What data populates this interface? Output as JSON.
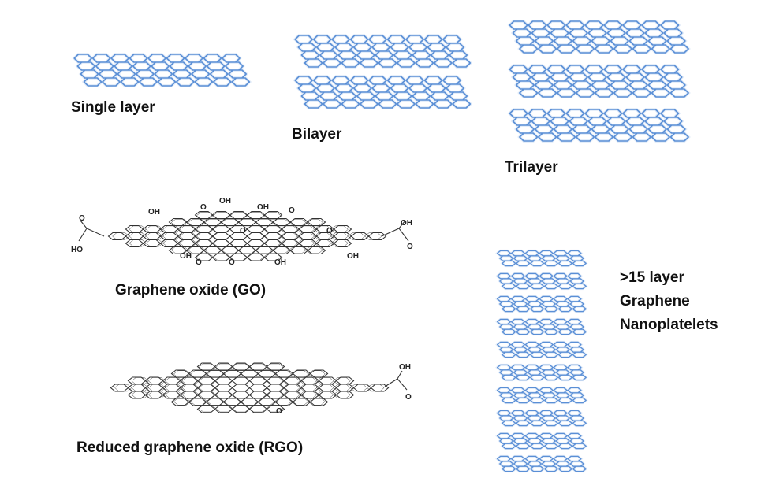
{
  "labels": {
    "single": "Single layer",
    "bilayer": "Bilayer",
    "trilayer": "Trilayer",
    "go": "Graphene oxide (GO)",
    "rgo": "Reduced graphene oxide (RGO)",
    "gnp_line1": ">15 layer",
    "gnp_line2": "Graphene",
    "gnp_line3": "Nanoplatelets"
  },
  "groups": [
    {
      "id": "single-layer",
      "layers": 1
    },
    {
      "id": "bilayer",
      "layers": 2
    },
    {
      "id": "trilayer",
      "layers": 3
    },
    {
      "id": "nanoplatelets",
      "layers": 10
    }
  ],
  "go_groups": [
    "OH",
    "O",
    "OH",
    "OH",
    "O",
    "O",
    "O",
    "O",
    "O",
    "OH",
    "OH",
    "HO",
    "OH",
    "O",
    "O",
    "OH"
  ],
  "rgo_groups": [
    "OH",
    "O",
    "O"
  ],
  "colors": {
    "lattice": "#5b8fd6",
    "lattice_dark": "#3f73c0",
    "molecule": "#333333"
  }
}
